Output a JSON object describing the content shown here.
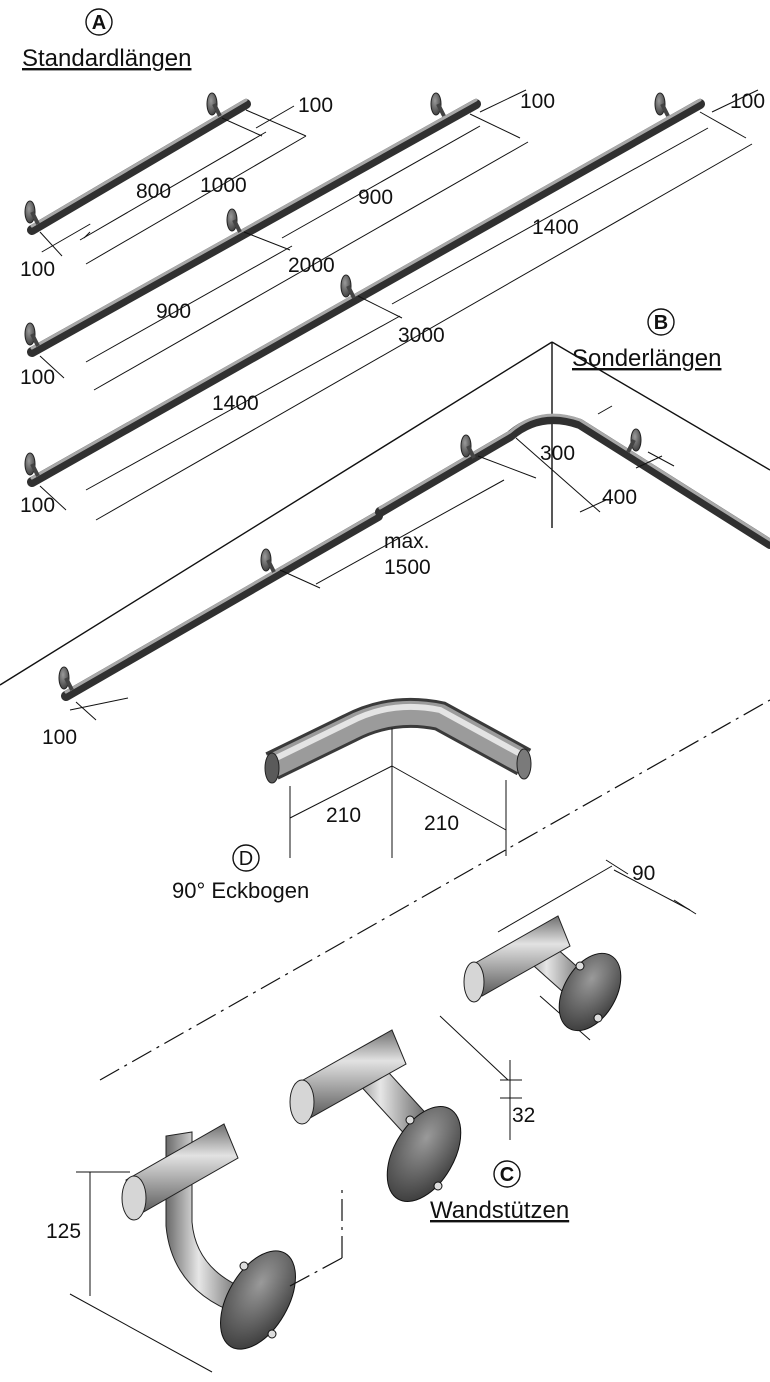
{
  "colors": {
    "rail_dark": "#303030",
    "rail_mid": "#8c8c8c",
    "rail_light": "#d6d6d6",
    "ink": "#111111"
  },
  "section_a": {
    "badge": "A",
    "title": "Standardlängen",
    "rail_1000": {
      "end_left": "100",
      "end_right": "100",
      "span": "800",
      "total": "1000"
    },
    "rail_2000": {
      "end_left": "100",
      "end_right": "100",
      "span_left": "900",
      "span_right": "900",
      "total": "2000"
    },
    "rail_3000": {
      "end_left": "100",
      "end_right": "100",
      "span_left": "1400",
      "span_right": "1400",
      "total": "3000"
    }
  },
  "section_b": {
    "badge": "B",
    "title": "Sonderlängen",
    "corner_left": "300",
    "corner_right": "400",
    "max_label": "max.",
    "max_value": "1500",
    "end_left": "100"
  },
  "section_d": {
    "badge": "D",
    "caption": "90° Eckbogen",
    "leg_left": "210",
    "leg_right": "210"
  },
  "section_c": {
    "badge": "C",
    "title": "Wandstützen",
    "depth": "90",
    "offset": "32",
    "height": "125"
  }
}
